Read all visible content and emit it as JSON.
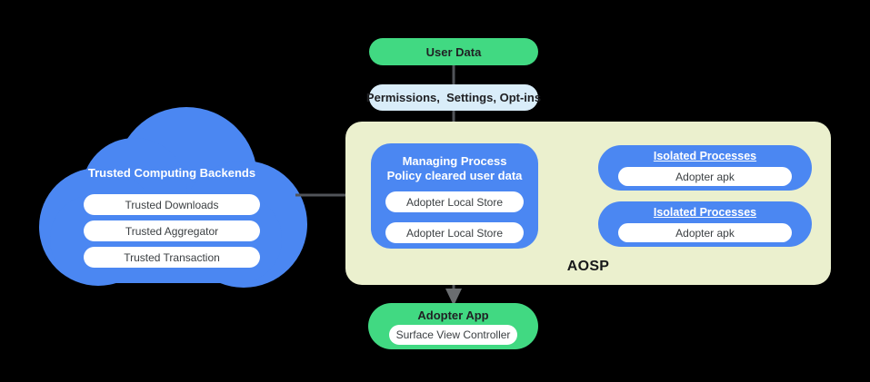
{
  "user_data": {
    "label": "User Data"
  },
  "permissions": {
    "label": "Permissions,  Settings, Opt-ins"
  },
  "cloud": {
    "title": "Trusted Computing Backends",
    "items": [
      "Trusted Downloads",
      "Trusted Aggregator",
      "Trusted Transaction"
    ]
  },
  "aosp": {
    "label": "AOSP",
    "managing_process": {
      "title_line1": "Managing Process",
      "title_line2": "Policy cleared user data",
      "stores": [
        "Adopter Local Store",
        "Adopter Local Store"
      ]
    },
    "isolated_processes": [
      {
        "title": "Isolated Processes",
        "item": "Adopter apk"
      },
      {
        "title": "Isolated Processes",
        "item": "Adopter apk"
      }
    ]
  },
  "adopter_app": {
    "title": "Adopter App",
    "item": "Surface View Controller"
  },
  "colors": {
    "blue": "#4b87f2",
    "green": "#41d982",
    "light_blue": "#d9edf9",
    "aosp_background": "#ebf0ce",
    "connector_line": "#515459",
    "arrow": "#6a6d70",
    "white": "#ffffff",
    "dark_text": "#202124"
  }
}
